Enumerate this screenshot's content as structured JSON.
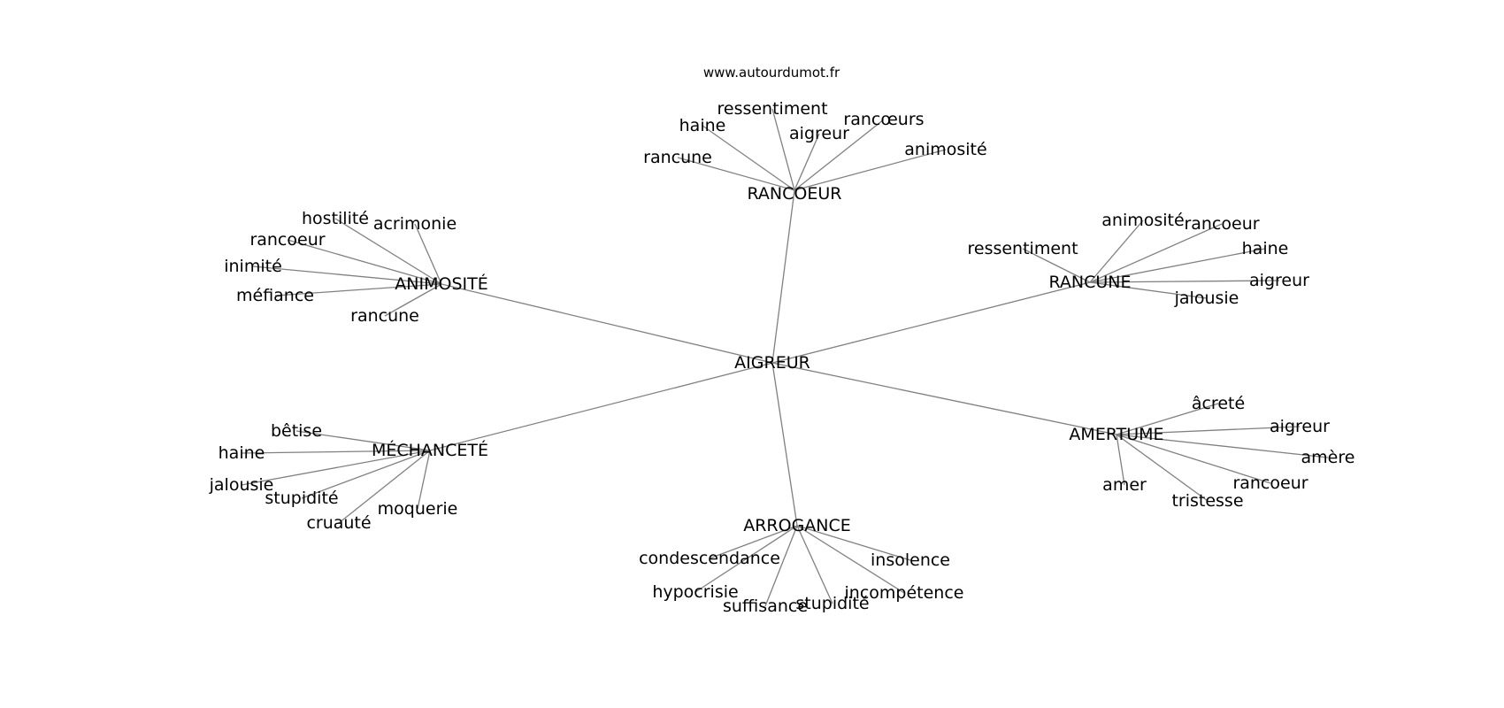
{
  "site": "www.autourdumot.fr",
  "center": "AIGREUR",
  "hubs": [
    {
      "label": "RANCOEUR",
      "leaves": [
        "ressentiment",
        "haine",
        "aigreur",
        "rancœurs",
        "rancune",
        "animosité"
      ]
    },
    {
      "label": "ANIMOSITÉ",
      "leaves": [
        "hostilité",
        "acrimonie",
        "rancoeur",
        "inimité",
        "méfiance",
        "rancune"
      ]
    },
    {
      "label": "RANCUNE",
      "leaves": [
        "animosité",
        "rancoeur",
        "ressentiment",
        "haine",
        "aigreur",
        "jalousie"
      ]
    },
    {
      "label": "MÉCHANCETÉ",
      "leaves": [
        "bêtise",
        "haine",
        "jalousie",
        "stupidité",
        "cruauté",
        "moquerie"
      ]
    },
    {
      "label": "AMERTUME",
      "leaves": [
        "âcreté",
        "aigreur",
        "amère",
        "rancoeur",
        "amer",
        "tristesse"
      ]
    },
    {
      "label": "ARROGANCE",
      "leaves": [
        "condescendance",
        "insolence",
        "hypocrisie",
        "incompétence",
        "suffisance",
        "stupidité"
      ]
    }
  ]
}
